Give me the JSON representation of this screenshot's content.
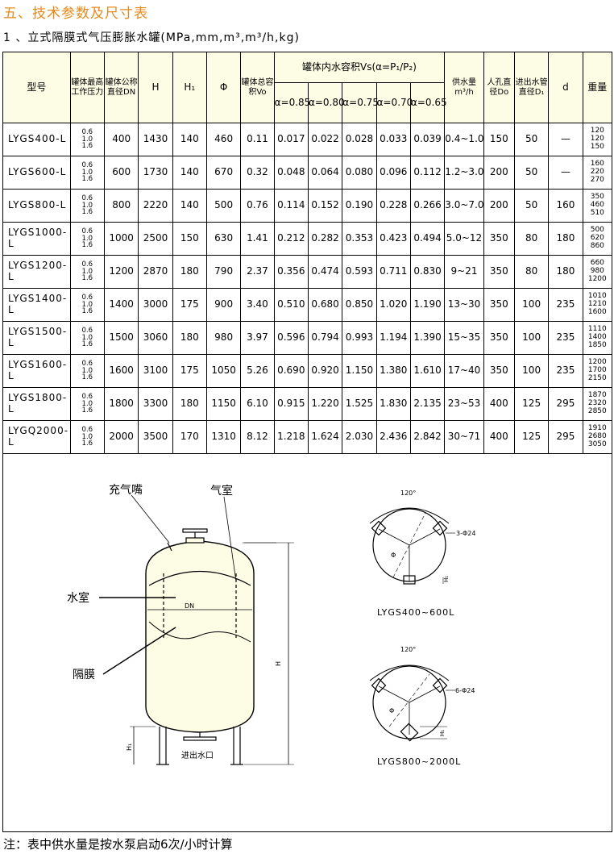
{
  "section_title": "五、技术参数及尺寸表",
  "subtitle": "1 、立式隔膜式气压膨胀水罐(MPa,mm,m³,m³/h,kg)",
  "header": {
    "model": "型号",
    "pressure": "罐体最高工作压力",
    "dn": "罐体公称直径DN",
    "h": "H",
    "h1": "H₁",
    "phi": "Φ",
    "volume": "罐体总容积Vo",
    "vs_group": "罐体内水容积Vs(α=P₁/P₂)",
    "alphas": [
      "α=0.85",
      "α=0.80",
      "α=0.75",
      "α=0.70",
      "α=0.65"
    ],
    "supply": "供水量m³/h",
    "manhole": "人孔直径Do",
    "inlet": "进出水管直径D₁",
    "d": "d",
    "weight": "重量"
  },
  "rows": [
    {
      "model": "LYGS400-L",
      "pressure": [
        "0.6",
        "1.0",
        "1.6"
      ],
      "dn": "400",
      "h": "1430",
      "h1": "140",
      "phi": "460",
      "vo": "0.11",
      "vs": [
        "0.017",
        "0.022",
        "0.028",
        "0.033",
        "0.039"
      ],
      "supply": "0.4~1.0",
      "do": "150",
      "d1": "50",
      "d": "—",
      "weight": [
        "120",
        "120",
        "150"
      ]
    },
    {
      "model": "LYGS600-L",
      "pressure": [
        "0.6",
        "1.0",
        "1.6"
      ],
      "dn": "600",
      "h": "1730",
      "h1": "140",
      "phi": "670",
      "vo": "0.32",
      "vs": [
        "0.048",
        "0.064",
        "0.080",
        "0.096",
        "0.112"
      ],
      "supply": "1.2~3.0",
      "do": "200",
      "d1": "50",
      "d": "—",
      "weight": [
        "160",
        "220",
        "270"
      ]
    },
    {
      "model": "LYGS800-L",
      "pressure": [
        "0.6",
        "1.0",
        "1.6"
      ],
      "dn": "800",
      "h": "2220",
      "h1": "140",
      "phi": "500",
      "vo": "0.76",
      "vs": [
        "0.114",
        "0.152",
        "0.190",
        "0.228",
        "0.266"
      ],
      "supply": "3.0~7.0",
      "do": "200",
      "d1": "50",
      "d": "160",
      "weight": [
        "350",
        "460",
        "510"
      ]
    },
    {
      "model": "LYGS1000-L",
      "pressure": [
        "0.6",
        "1.0",
        "1.6"
      ],
      "dn": "1000",
      "h": "2500",
      "h1": "150",
      "phi": "630",
      "vo": "1.41",
      "vs": [
        "0.212",
        "0.282",
        "0.353",
        "0.423",
        "0.494"
      ],
      "supply": "5.0~12",
      "do": "350",
      "d1": "80",
      "d": "180",
      "weight": [
        "500",
        "620",
        "860"
      ]
    },
    {
      "model": "LYGS1200-L",
      "pressure": [
        "0.6",
        "1.0",
        "1.6"
      ],
      "dn": "1200",
      "h": "2870",
      "h1": "180",
      "phi": "790",
      "vo": "2.37",
      "vs": [
        "0.356",
        "0.474",
        "0.593",
        "0.711",
        "0.830"
      ],
      "supply": "9~21",
      "do": "350",
      "d1": "80",
      "d": "180",
      "weight": [
        "660",
        "980",
        "1200"
      ]
    },
    {
      "model": "LYGS1400-L",
      "pressure": [
        "0.6",
        "1.0",
        "1.6"
      ],
      "dn": "1400",
      "h": "3000",
      "h1": "175",
      "phi": "900",
      "vo": "3.40",
      "vs": [
        "0.510",
        "0.680",
        "0.850",
        "1.020",
        "1.190"
      ],
      "supply": "13~30",
      "do": "350",
      "d1": "100",
      "d": "235",
      "weight": [
        "1010",
        "1210",
        "1600"
      ]
    },
    {
      "model": "LYGS1500-L",
      "pressure": [
        "0.6",
        "1.0",
        "1.6"
      ],
      "dn": "1500",
      "h": "3060",
      "h1": "180",
      "phi": "980",
      "vo": "3.97",
      "vs": [
        "0.596",
        "0.794",
        "0.993",
        "1.194",
        "1.390"
      ],
      "supply": "15~35",
      "do": "350",
      "d1": "100",
      "d": "235",
      "weight": [
        "1110",
        "1400",
        "1850"
      ]
    },
    {
      "model": "LYGS1600-L",
      "pressure": [
        "0.6",
        "1.0",
        "1.6"
      ],
      "dn": "1600",
      "h": "3100",
      "h1": "175",
      "phi": "1050",
      "vo": "5.26",
      "vs": [
        "0.690",
        "0.920",
        "1.150",
        "1.380",
        "1.610"
      ],
      "supply": "17~40",
      "do": "350",
      "d1": "100",
      "d": "235",
      "weight": [
        "1200",
        "1700",
        "2150"
      ]
    },
    {
      "model": "LYGS1800-L",
      "pressure": [
        "0.6",
        "1.0",
        "1.6"
      ],
      "dn": "1800",
      "h": "3300",
      "h1": "180",
      "phi": "1150",
      "vo": "6.10",
      "vs": [
        "0.915",
        "1.220",
        "1.525",
        "1.830",
        "2.135"
      ],
      "supply": "23~53",
      "do": "400",
      "d1": "125",
      "d": "295",
      "weight": [
        "1870",
        "2320",
        "2850"
      ]
    },
    {
      "model": "LYGQ2000-L",
      "pressure": [
        "0.6",
        "1.0",
        "1.6"
      ],
      "dn": "2000",
      "h": "3500",
      "h1": "170",
      "phi": "1310",
      "vo": "8.12",
      "vs": [
        "1.218",
        "1.624",
        "2.030",
        "2.436",
        "2.842"
      ],
      "supply": "30~71",
      "do": "400",
      "d1": "125",
      "d": "295",
      "weight": [
        "1910",
        "2680",
        "3050"
      ]
    }
  ],
  "drawing": {
    "labels": {
      "charging_nozzle": "充气嘴",
      "air_chamber": "气室",
      "water_chamber": "水室",
      "diaphragm": "隔膜",
      "inlet_outlet": "进出水口",
      "dn": "DN",
      "h": "H",
      "h1": "H₁"
    },
    "top_view_1": {
      "angle": "120°",
      "holes": "3-Φ24",
      "caption": "LYGS400~600L",
      "phi": "Φ",
      "h1": "H₁"
    },
    "top_view_2": {
      "angle": "120°",
      "holes": "6-Φ24",
      "caption": "LYGS800~2000L",
      "phi": "Φ",
      "h1": "H₁"
    }
  },
  "note": "注：表中供水量是按水泵启动6次/小时计算"
}
